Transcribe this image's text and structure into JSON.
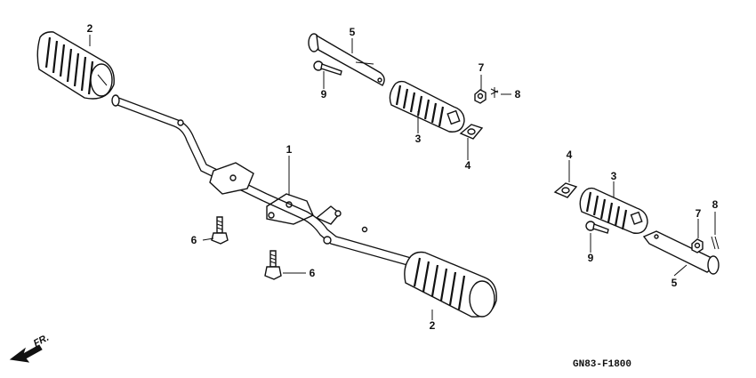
{
  "labels": {
    "bar": "1",
    "rubber_upper_left": "2",
    "rubber_lower_center": "2",
    "rubber_top_center": "3",
    "rubber_right": "3",
    "washer_top": "4",
    "washer_right": "4",
    "pin_top": "5",
    "pin_right": "5",
    "bolt_left": "6",
    "bolt_center": "6",
    "nut_top": "7",
    "nut_right": "7",
    "cotter_top": "8",
    "cotter_right": "8",
    "bolt9_top": "9",
    "bolt9_right": "9"
  },
  "direction_label": "FR.",
  "diagram_code": "GN83-F1800",
  "colors": {
    "ink": "#111111",
    "background": "#ffffff"
  }
}
